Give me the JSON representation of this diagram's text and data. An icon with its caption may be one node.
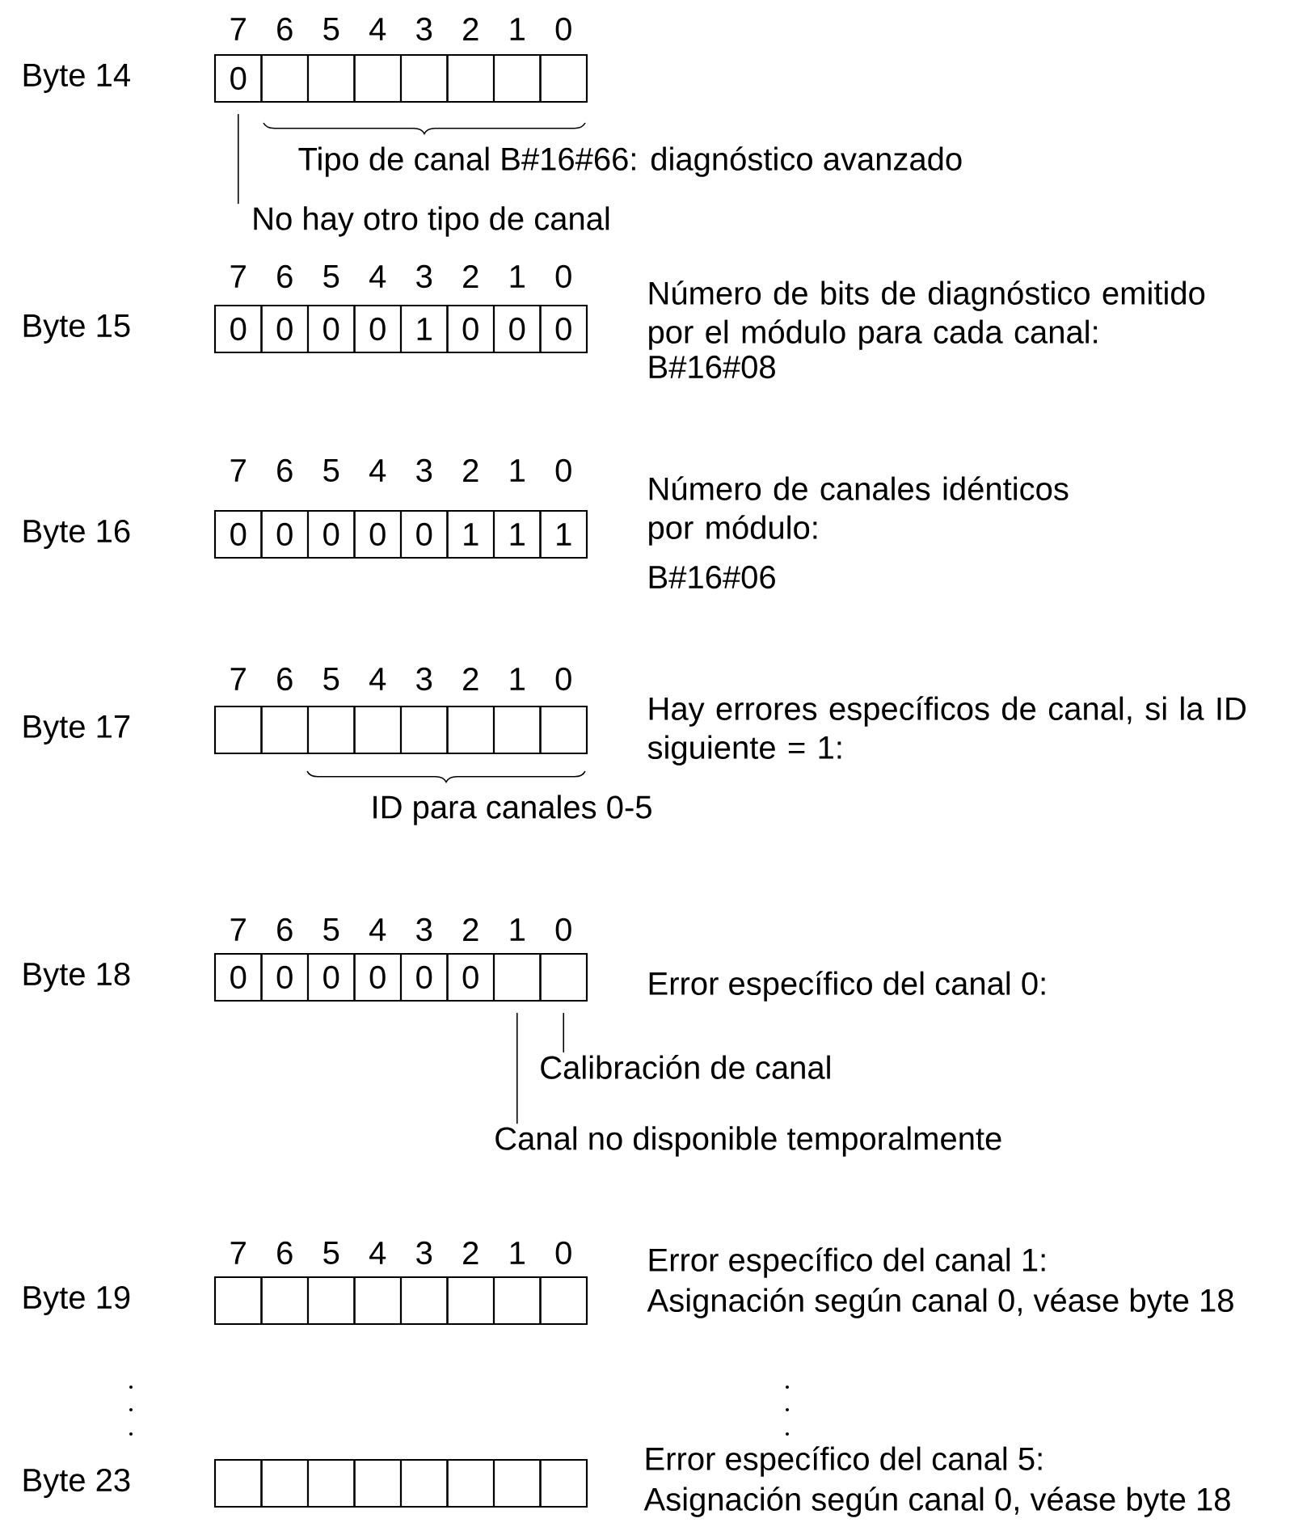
{
  "diagram": {
    "nodes": [
      {
        "text": [
          "0"
        ]
      },
      {
        "text": [],
        "shape": "box"
      },
      {
        "text": [],
        "shape": "box"
      },
      {
        "text": [],
        "shape": "box"
      },
      {
        "text": [],
        "shape": "box"
      },
      {
        "text": [],
        "shape": "box"
      },
      {
        "text": [],
        "shape": "box"
      },
      {
        "text": [],
        "shape": "box"
      },
      {
        "text": [
          "No hay otro tipo de canal"
        ]
      },
      {
        "text": [
          "0"
        ]
      },
      {
        "text": [
          "0"
        ]
      },
      {
        "text": [
          "0"
        ]
      },
      {
        "text": [
          "0"
        ]
      },
      {
        "text": [
          "1"
        ]
      },
      {
        "text": [
          "0"
        ]
      },
      {
        "text": [
          "0"
        ]
      },
      {
        "text": [
          "0"
        ]
      },
      {
        "text": [
          "0"
        ]
      },
      {
        "text": [
          "0"
        ]
      },
      {
        "text": [
          "0"
        ]
      },
      {
        "text": [
          "0"
        ]
      },
      {
        "text": [
          "0"
        ]
      },
      {
        "text": [
          "1"
        ]
      },
      {
        "text": [
          "1"
        ]
      },
      {
        "text": [
          "1"
        ]
      },
      {
        "text": [],
        "shape": "box"
      },
      {
        "text": [],
        "shape": "box"
      },
      {
        "text": [],
        "shape": "box"
      },
      {
        "text": [],
        "shape": "box"
      },
      {
        "text": [],
        "shape": "box"
      },
      {
        "text": [],
        "shape": "box"
      },
      {
        "text": [],
        "shape": "box"
      },
      {
        "text": [],
        "shape": "box"
      },
      {
        "text": [
          "0"
        ]
      },
      {
        "text": [
          "0"
        ]
      },
      {
        "text": [
          "0"
        ]
      },
      {
        "text": [
          "0"
        ]
      },
      {
        "text": [
          "0"
        ]
      },
      {
        "text": [
          "0"
        ]
      },
      {
        "text": [],
        "shape": "box"
      },
      {
        "text": [],
        "shape": "box"
      },
      {
        "text": [
          "Calibración de canal"
        ]
      },
      {
        "text": [
          "Canal no disponible temporalmente"
        ]
      },
      {
        "text": [],
        "shape": "box"
      },
      {
        "text": [],
        "shape": "box"
      },
      {
        "text": [],
        "shape": "box"
      },
      {
        "text": [],
        "shape": "box"
      },
      {
        "text": [],
        "shape": "box"
      },
      {
        "text": [],
        "shape": "box"
      },
      {
        "text": [],
        "shape": "box"
      },
      {
        "text": [],
        "shape": "box"
      },
      {
        "text": [],
        "shape": "box"
      },
      {
        "text": [],
        "shape": "box"
      },
      {
        "text": [],
        "shape": "box"
      },
      {
        "text": [],
        "shape": "box"
      },
      {
        "text": [],
        "shape": "box"
      },
      {
        "text": [],
        "shape": "box"
      },
      {
        "text": [],
        "shape": "box"
      },
      {
        "text": [],
        "shape": "box"
      }
    ],
    "edges": [
      {
        "from": 8,
        "to": 0,
        "arrow": "none"
      },
      {
        "from": 41,
        "to": 40,
        "arrow": "none"
      },
      {
        "from": 42,
        "to": 39,
        "arrow": "none"
      }
    ],
    "labels": [
      "7",
      "6",
      "5",
      "4",
      "3",
      "2",
      "1",
      "0",
      "Byte 14",
      "Tipo de canal  B#16#66: diagnóstico avanzado",
      "7",
      "6",
      "5",
      "4",
      "3",
      "2",
      "1",
      "0",
      "Byte 15",
      "Número de bits de diagnóstico emitido por el módulo para cada canal:",
      "B#16#08",
      "7",
      "6",
      "5",
      "4",
      "3",
      "2",
      "1",
      "0",
      "Byte 16",
      "Número de canales idénticos por módulo:",
      "B#16#06",
      "7",
      "6",
      "5",
      "4",
      "3",
      "2",
      "1",
      "0",
      "Byte 17",
      "Hay errores específicos de canal, si la ID siguiente = 1:",
      "ID para canales 0-5",
      "7",
      "6",
      "5",
      "4",
      "3",
      "2",
      "1",
      "0",
      "Byte 18",
      "Error específico del canal 0:",
      "7",
      "6",
      "5",
      "4",
      "3",
      "2",
      "1",
      "0",
      "Byte 19",
      "Error específico del canal 1:",
      "Asignación según canal 0, véase byte 18",
      "Byte 23",
      "Error específico del canal 5:",
      "Asignación según canal 0, véase byte 18"
    ]
  }
}
